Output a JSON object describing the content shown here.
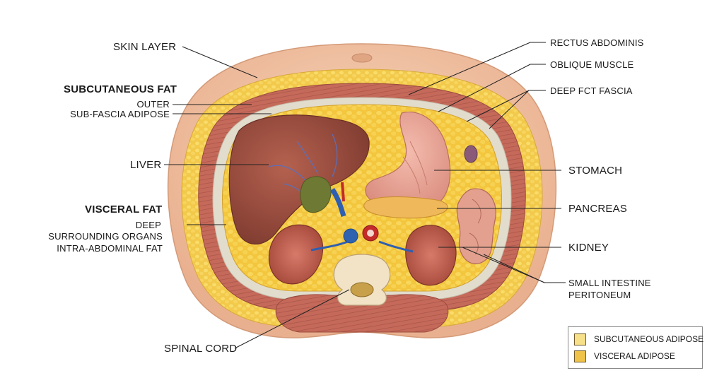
{
  "labels": {
    "skin_layer": "SKIN LAYER",
    "subcutaneous_fat": "SUBCUTANEOUS FAT",
    "outer": "OUTER",
    "sub_fascia_adipose": "SUB-FASCIA ADIPOSE",
    "liver": "LIVER",
    "visceral_fat": "VISCERAL FAT",
    "deep": "DEEP",
    "surrounding_organs": "SURROUNDING ORGANS",
    "intra_abdominal_fat": "INTRA-ABDOMINAL FAT",
    "spinal_cord": "SPINAL CORD",
    "rectus_abdominis": "RECTUS ABDOMINIS",
    "oblique_muscle": "OBLIQUE MUSCLE",
    "deep_fct_fascia": "DEEP FCT FASCIA",
    "stomach": "STOMACH",
    "pancreas": "PANCREAS",
    "kidney": "KIDNEY",
    "small_intestine": "SMALL INTESTINE",
    "peritoneum": "PERITONEUM"
  },
  "legend": {
    "items": [
      {
        "label": "SUBCUTANEOUS ADIPOSE",
        "color": "#f7e08a"
      },
      {
        "label": "VISCERAL ADIPOSE",
        "color": "#efc24a"
      }
    ]
  },
  "colors": {
    "skin": "#f2c5a4",
    "subcutaneous_fat": "#f5cf4f",
    "muscle": "#c96b5c",
    "fascia": "#ddd5c6",
    "visceral_fat": "#f0c43c",
    "liver": "#9a4b3c",
    "gallbladder": "#6f7a34",
    "stomach": "#e8a192",
    "kidney": "#b9584a",
    "aorta": "#c42a2a",
    "vena_cava": "#2f63b0",
    "vertebra": "#f1e2c6"
  }
}
